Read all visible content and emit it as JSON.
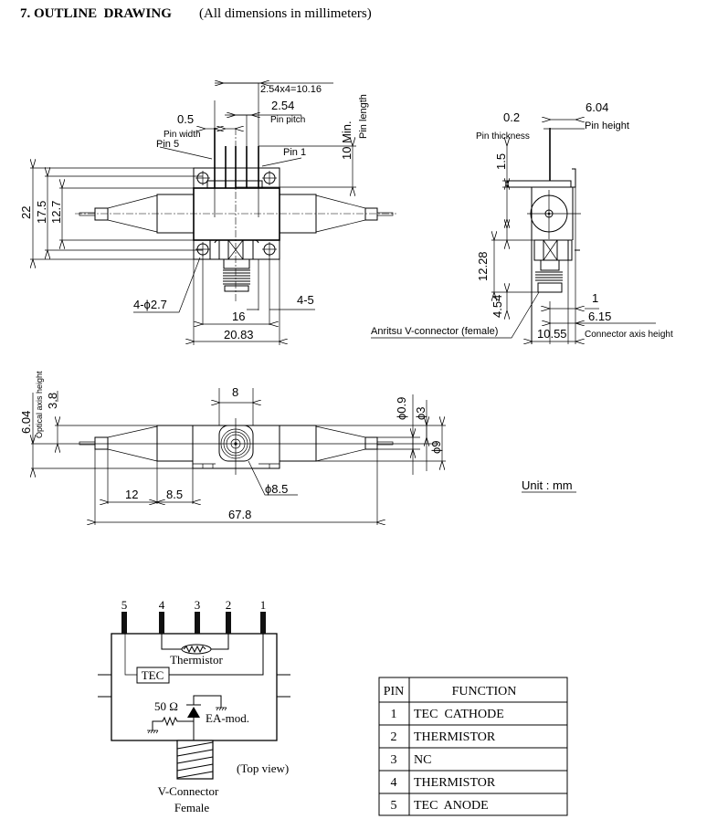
{
  "title": {
    "number_heading": "7. OUTLINE  DRAWING",
    "note": "(All dimensions in millimeters)"
  },
  "top_view": {
    "pin_span": "2.54x4=10.16",
    "pin_pitch_value": "2.54",
    "pin_pitch_label": "Pin pitch",
    "pin_width_value": "0.5",
    "pin_width_label": "Pin width",
    "pin5_label": "Pin 5",
    "pin1_label": "Pin 1",
    "pin_length_value": "10 Min.",
    "pin_length_label": "Pin length",
    "height_22": "22",
    "height_17_5": "17.5",
    "height_12_7": "12.7",
    "holes": "4-ϕ2.7",
    "hole_spacing": "16",
    "slot": "4-5",
    "flange_width": "20.83"
  },
  "side_view": {
    "pin_thickness_value": "0.2",
    "pin_thickness_label": "Pin thickness",
    "pin_height_value": "6.04",
    "pin_height_label": "Pin height",
    "dim_1_5": "1.5",
    "dim_12_28": "12.28",
    "dim_4_54": "4.54",
    "dim_1": "1",
    "dim_6_15": "6.15",
    "dim_10_55": "10.55",
    "connector_axis_label": "Connector axis height",
    "connector_label": "Anritsu V-connector (female)"
  },
  "front_view": {
    "dim_6_04": "6.04",
    "optical_axis_label": "Optical axis height",
    "dim_3_8": "3.8",
    "dim_8": "8",
    "dia_0_9": "ϕ0.9",
    "dia_3": "ϕ3",
    "dia_9": "ϕ9",
    "dim_12": "12",
    "dim_8_5": "8.5",
    "dia_8_5": "ϕ8.5",
    "length": "67.8",
    "unit": "Unit : mm"
  },
  "schematic": {
    "pins": [
      "5",
      "4",
      "3",
      "2",
      "1"
    ],
    "thermistor": "Thermistor",
    "tec": "TEC",
    "resistor": "50 Ω",
    "modulator": "EA-mod.",
    "view": "(Top view)",
    "connector": "V-Connector",
    "connector_type": "Female"
  },
  "pin_table": {
    "headers": [
      "PIN",
      "FUNCTION"
    ],
    "rows": [
      {
        "pin": "1",
        "function": "TEC  CATHODE"
      },
      {
        "pin": "2",
        "function": "THERMISTOR"
      },
      {
        "pin": "3",
        "function": "NC"
      },
      {
        "pin": "4",
        "function": "THERMISTOR"
      },
      {
        "pin": "5",
        "function": "TEC  ANODE"
      }
    ]
  }
}
